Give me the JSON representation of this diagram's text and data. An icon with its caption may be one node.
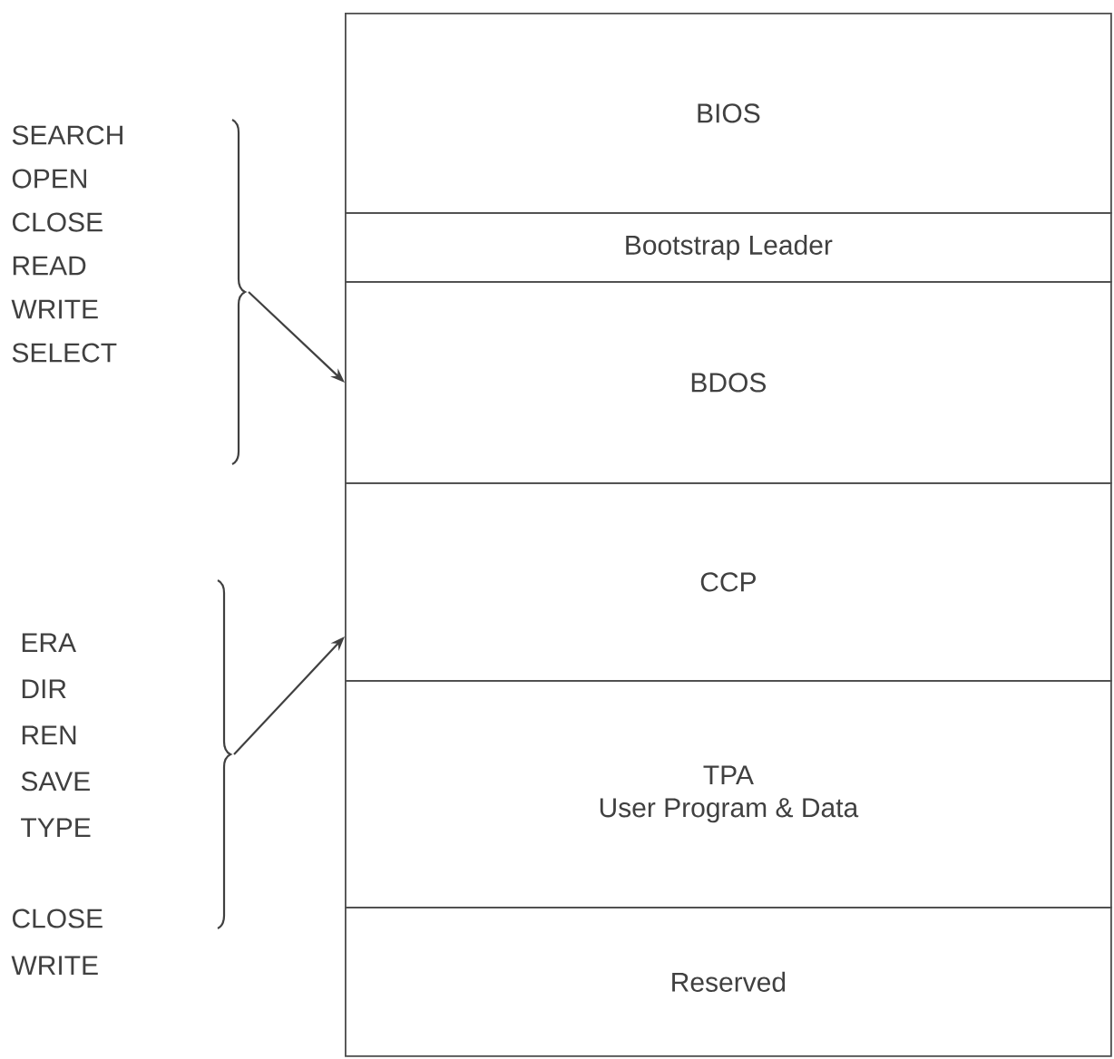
{
  "diagram": {
    "nodes": [
      {
        "text": [
          "BIOS"
        ]
      },
      {
        "text": [
          "Bootstrap Leader"
        ]
      },
      {
        "text": [
          "BDOS"
        ]
      },
      {
        "text": [
          "CCP"
        ]
      },
      {
        "text": [
          "TPA",
          "User Program & Data"
        ]
      },
      {
        "text": [
          "Reserved"
        ]
      },
      {
        "text": [
          "SEARCH",
          "OPEN",
          "CLOSE",
          "READ",
          "WRITE",
          "SELECT"
        ]
      },
      {
        "text": [
          "ERA",
          "DIR",
          "REN",
          "SAVE",
          "TYPE"
        ]
      }
    ],
    "edges": [
      {
        "from": 6,
        "to": 2,
        "arrow": "to"
      },
      {
        "from": 7,
        "to": 3,
        "arrow": "to"
      }
    ],
    "labels": [
      "CLOSE",
      "WRITE"
    ]
  }
}
